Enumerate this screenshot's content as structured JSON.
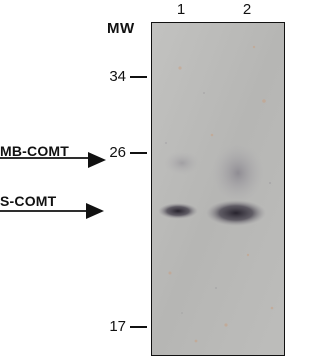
{
  "figure": {
    "mw_header": "MW",
    "lanes": [
      {
        "label": "1"
      },
      {
        "label": "2"
      }
    ],
    "markers": [
      {
        "label": "34"
      },
      {
        "label": "26"
      },
      {
        "label": "17"
      }
    ],
    "bands": [
      {
        "label": "MB-COMT"
      },
      {
        "label": "S-COMT"
      }
    ],
    "colors": {
      "membrane": "#b9b9b7",
      "band": "#2b2730",
      "text": "#111111"
    }
  }
}
